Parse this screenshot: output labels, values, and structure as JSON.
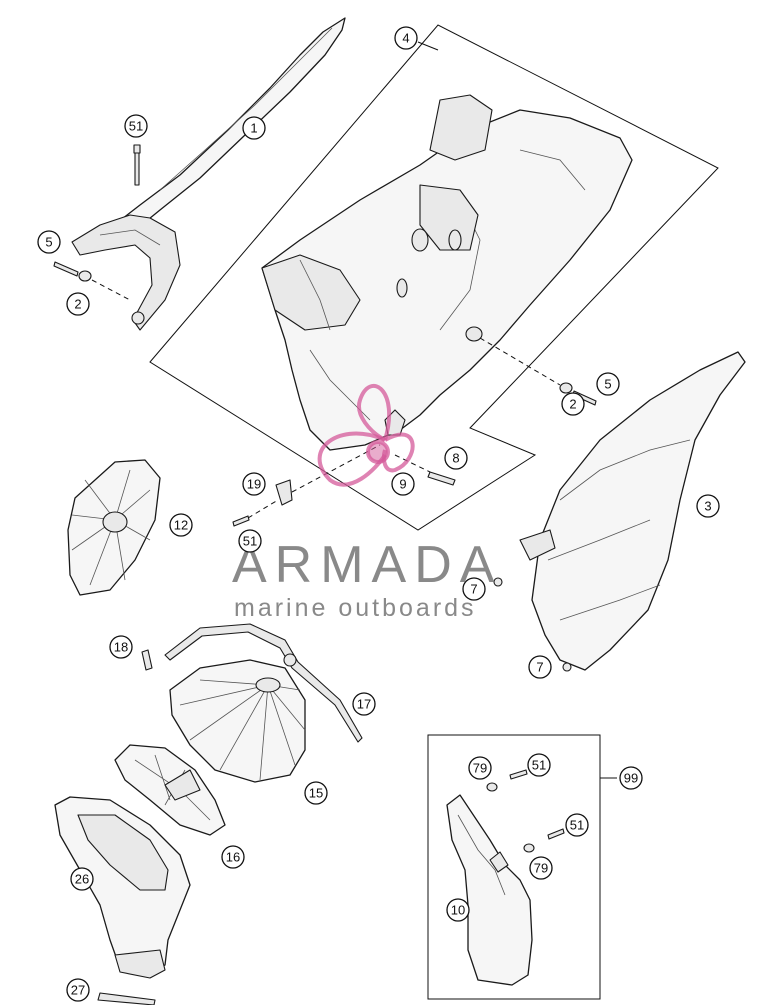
{
  "diagram": {
    "part_numbers": [
      "1",
      "2",
      "2",
      "3",
      "4",
      "5",
      "5",
      "7",
      "7",
      "8",
      "9",
      "10",
      "12",
      "15",
      "16",
      "17",
      "18",
      "19",
      "26",
      "27",
      "51",
      "51",
      "51",
      "51",
      "79",
      "79",
      "99"
    ]
  },
  "watermark": {
    "title": "ARMADA",
    "subtitle": "marine outboards",
    "logo_color": "#d45a9a"
  }
}
